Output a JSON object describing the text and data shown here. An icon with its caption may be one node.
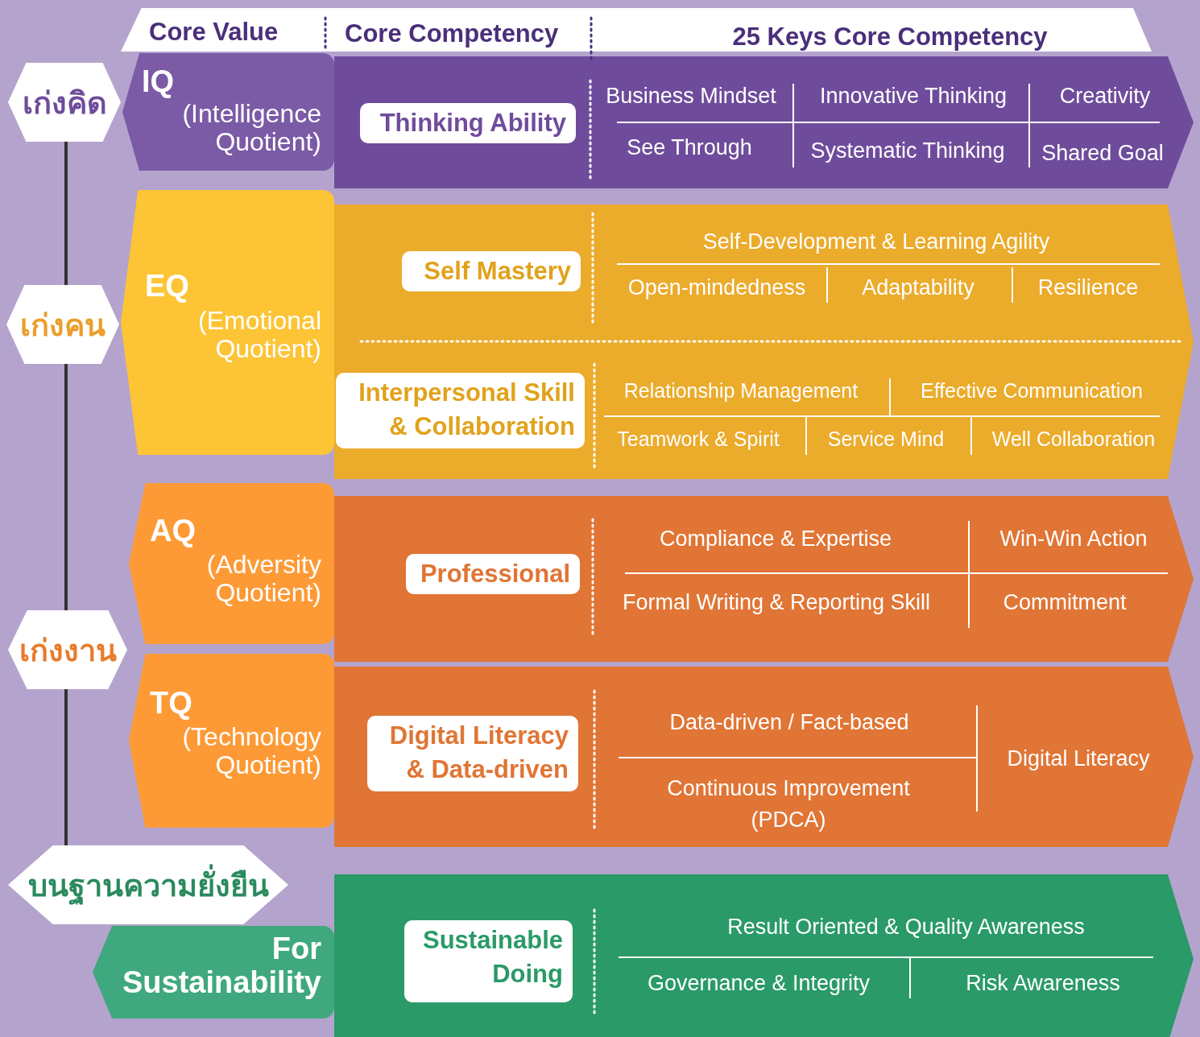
{
  "diagram": {
    "nodes": [
      {
        "text": [
          "Core Value",
          "Core Competency",
          "25 Keys Core Competency"
        ]
      },
      {
        "text": [
          "เก่งคิด"
        ]
      },
      {
        "text": [
          "IQ",
          "(Intelligence Quotient)"
        ]
      },
      {
        "text": [
          "Business Mindset",
          "Innovative Thinking",
          "Creativity",
          "See Through",
          "Systematic Thinking",
          "Shared Goal"
        ]
      },
      {
        "text": [
          "Thinking Ability"
        ],
        "in": 3
      },
      {
        "text": [
          "เก่งคน"
        ]
      },
      {
        "text": [
          "EQ",
          "(Emotional Quotient)"
        ]
      },
      {
        "text": [
          "Self-Development & Learning Agility",
          "Open-mindedness",
          "Adaptability",
          "Resilience",
          "Relationship Management",
          "Effective Communication",
          "Teamwork & Spirit",
          "Service Mind",
          "Well Collaboration"
        ]
      },
      {
        "text": [
          "Self Mastery"
        ],
        "in": 7
      },
      {
        "text": [
          "Interpersonal Skill & Collaboration"
        ],
        "in": 7
      },
      {
        "text": [
          "เก่งงาน"
        ]
      },
      {
        "text": [
          "AQ",
          "(Adversity Quotient)"
        ]
      },
      {
        "text": [
          "Compliance & Expertise",
          "Win-Win Action",
          "Formal Writing & Reporting Skill",
          "Commitment"
        ]
      },
      {
        "text": [
          "Professional"
        ],
        "in": 12
      },
      {
        "text": [
          "TQ",
          "(Technology Quotient)"
        ]
      },
      {
        "text": [
          "Data-driven / Fact-based",
          "Digital Literacy",
          "Continuous Improvement (PDCA)"
        ]
      },
      {
        "text": [
          "Digital Literacy & Data-driven"
        ],
        "in": 15
      },
      {
        "text": [
          "บนฐานความยั่งยืน"
        ]
      },
      {
        "text": [
          "For Sustainability"
        ]
      },
      {
        "text": [
          "Result Oriented & Quality Awareness",
          "Governance & Integrity",
          "Risk Awareness"
        ]
      },
      {
        "text": [
          "Sustainable Doing"
        ],
        "in": 19
      }
    ],
    "edges": [
      {
        "from": 1,
        "to": 5,
        "arrow": "none"
      },
      {
        "from": 5,
        "to": 10,
        "arrow": "none"
      },
      {
        "from": 10,
        "to": 17,
        "arrow": "none"
      }
    ]
  }
}
